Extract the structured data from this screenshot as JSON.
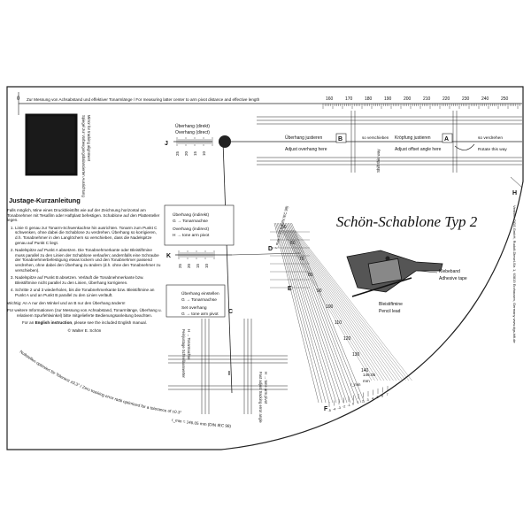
{
  "header": {
    "zero": "0",
    "ruler_title": "Zur Messung von Achsabstand und effektiver Tonarmlänge / For measuring latter center to arm pivot distance and effective length",
    "ruler_numbers": [
      "160",
      "170",
      "180",
      "190",
      "200",
      "210",
      "220",
      "230",
      "240",
      "250"
    ]
  },
  "mirror": {
    "label_de": "Spiegel zur Vorbeugungsbalancierten Ausrichtung",
    "label_en": "Mirror for tracking alignment"
  },
  "overhang_block": {
    "title_direct_de": "Überhang (direkt)",
    "title_direct_en": "Overhang (direct)",
    "letter_j": "J",
    "scale_numbers": [
      "25",
      "20",
      "15",
      "10"
    ],
    "adjust_de": "Überhang justieren",
    "adjust_en": "Adjust overhang here",
    "letter_b": "B",
    "shift_de": "so verschieben",
    "shift_en": "Shift this way",
    "offset_de": "Kröpfung justieren",
    "offset_en": "Adjust offset angle here",
    "letter_a": "A",
    "rotate_de": "so verdrehen",
    "rotate_en": "Rotate this way",
    "letter_h": "H"
  },
  "instructions": {
    "title": "Justage-Kurzanleitung",
    "intro": "Falls möglich, Mine eines Druckbleistifts wie auf der Zeichnung horizontal am Tonabnehmer mit Tesafilm oder Haftplast befestigen. Schablone auf den Plattenteller legen.",
    "steps": [
      "Linie G genau zur Tonarm-Schwenkachse hin ausrichten. Tonarm zum Punkt C schwenken, ohne dabei die Schablone zu verdrehen. Überhang so korrigieren, d.h. Tonabnehmer in den Langlöchern so verschieben, dass die Nadelspitze genau auf Punkt C liegt.",
      "Nadelspitze auf Punkt A absetzen. Die Tonabnehmerkante oder Bleistiftmine muss parallel zu den Linien der Schablone verlaufen; andernfalls eine Schraube der Tonabnehmerbefestigung etwas lockern und den Tonabnehmer passend verdrehen, ohne dabei den Überhang zu ändern (d.h. ohne den Tonabnehmer zu verschieben).",
      "Nadelspitze auf Punkt B absetzen. Verläuft die Tonabnehmerkante bzw. Bleistiftmine nicht parallel zu den Linien, Überhang korrigieren.",
      "Schritte 2 und 3 wiederholen, bis die Tonabnehmerkante bzw. Bleistiftmine an Punkt A und an Punkt B parallel zu den Linien verläuft."
    ],
    "important": "Wichtig: An A nur den Winkel und an B nur den Überhang ändern!",
    "more_info": "Für weitere Informationen (zur Messung von Achsabstand, Tonarmlänge, Überhang u. relativem Spurfehlwinkel) bitte mitgelieferte Bedienungsanleitung beachten.",
    "english_pre": "For an ",
    "english_bold": "English instruction",
    "english_post": ", please see the included English manual.",
    "copyright": "© Walter E. Schön"
  },
  "bottom_arc": {
    "line1": "Nullstellen optimiert für Toleranz ±0,3° / Zero tracking error radii optimized for a tolerance of ±0.3°",
    "line2": "r_min = 146.05 mm (DIN IEC 98)"
  },
  "title": {
    "main": "Schön-Schablone Typ 2",
    "vertical_text": "Vertrieb: DGS GmbH, Rudolf-Diesel-Str. 1, 63819 Erzhausen, Germany   www.dgs-hifi.de"
  },
  "indirect_block": {
    "title_de": "Überhang (indirekt)",
    "g_label": "G → Tonarmachse",
    "overhang_en": "Overhang (indirect)",
    "h_label": "H → tone arm pivot",
    "letter_k": "K",
    "scale_numbers": [
      "25",
      "20",
      "15",
      "10"
    ],
    "letter_d": "D",
    "set_de": "Überhang einstellen",
    "set_g": "G → Tonarmachse",
    "set_en": "Set overhang",
    "set_g_en": "G → tone arm pivot",
    "letter_c": "C",
    "rmax": "r_max = 57,5 (DIN IEC 98)",
    "letter_e": "E"
  },
  "fine_adjust": {
    "de": "Feinjustage Schnellauswerter",
    "de2": "H → Tonarmachse",
    "letter_i": "I",
    "en": "Fast adjust tracking error angle",
    "en2": "H → tone arm pivot"
  },
  "arc_numbers": {
    "inner": [
      "50",
      "60",
      "70",
      "80",
      "90",
      "100",
      "110",
      "120",
      "130",
      "140"
    ],
    "rmin": "r_min",
    "rmin_val": "146.05",
    "rmin_unit": "mm",
    "letter_f": "F",
    "bottom_scale": [
      "-5",
      "-4",
      "-3",
      "-2",
      "-1",
      "0",
      "1",
      "2",
      "3",
      "4",
      "5",
      "6",
      "7"
    ]
  },
  "cartridge": {
    "tape_de": "Klebeband",
    "tape_en": "Adhesive tape",
    "pencil_de": "Bleistiftmine",
    "pencil_en": "Pencil lead"
  }
}
